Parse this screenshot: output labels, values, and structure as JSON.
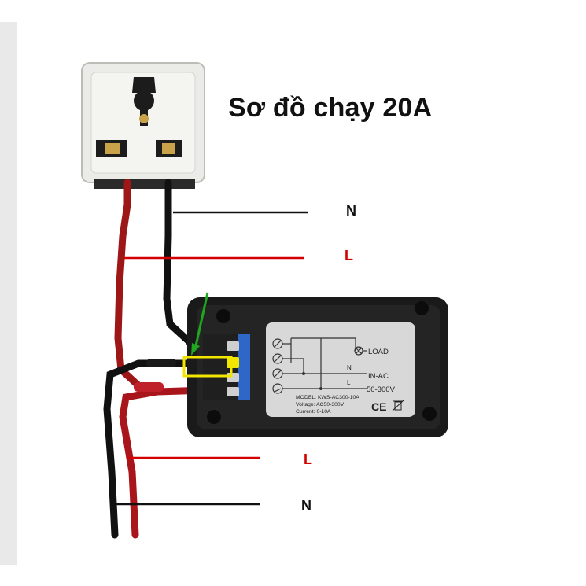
{
  "title": "Sơ đồ chạy 20A",
  "wire_labels": {
    "top_neutral": "N",
    "top_line": "L",
    "bottom_line": "L",
    "bottom_neutral": "N"
  },
  "module": {
    "load_label": "LOAD",
    "n_label": "N",
    "in_ac_label": "IN-AC",
    "l_label": "L",
    "voltage_range": "50-300V",
    "model_line": "MODEL: KWS-AC300-10A",
    "voltage_line": "Voltage: AC50-300V",
    "current_line": "Current: 0-10A",
    "cert_mark": "CE"
  },
  "colors": {
    "wire_red": "#b01818",
    "wire_black": "#111111",
    "label_red": "#d40000",
    "highlight_yellow": "#f2e600",
    "arrow_green": "#1fa81f",
    "terminal_blue": "#2f67c8"
  }
}
